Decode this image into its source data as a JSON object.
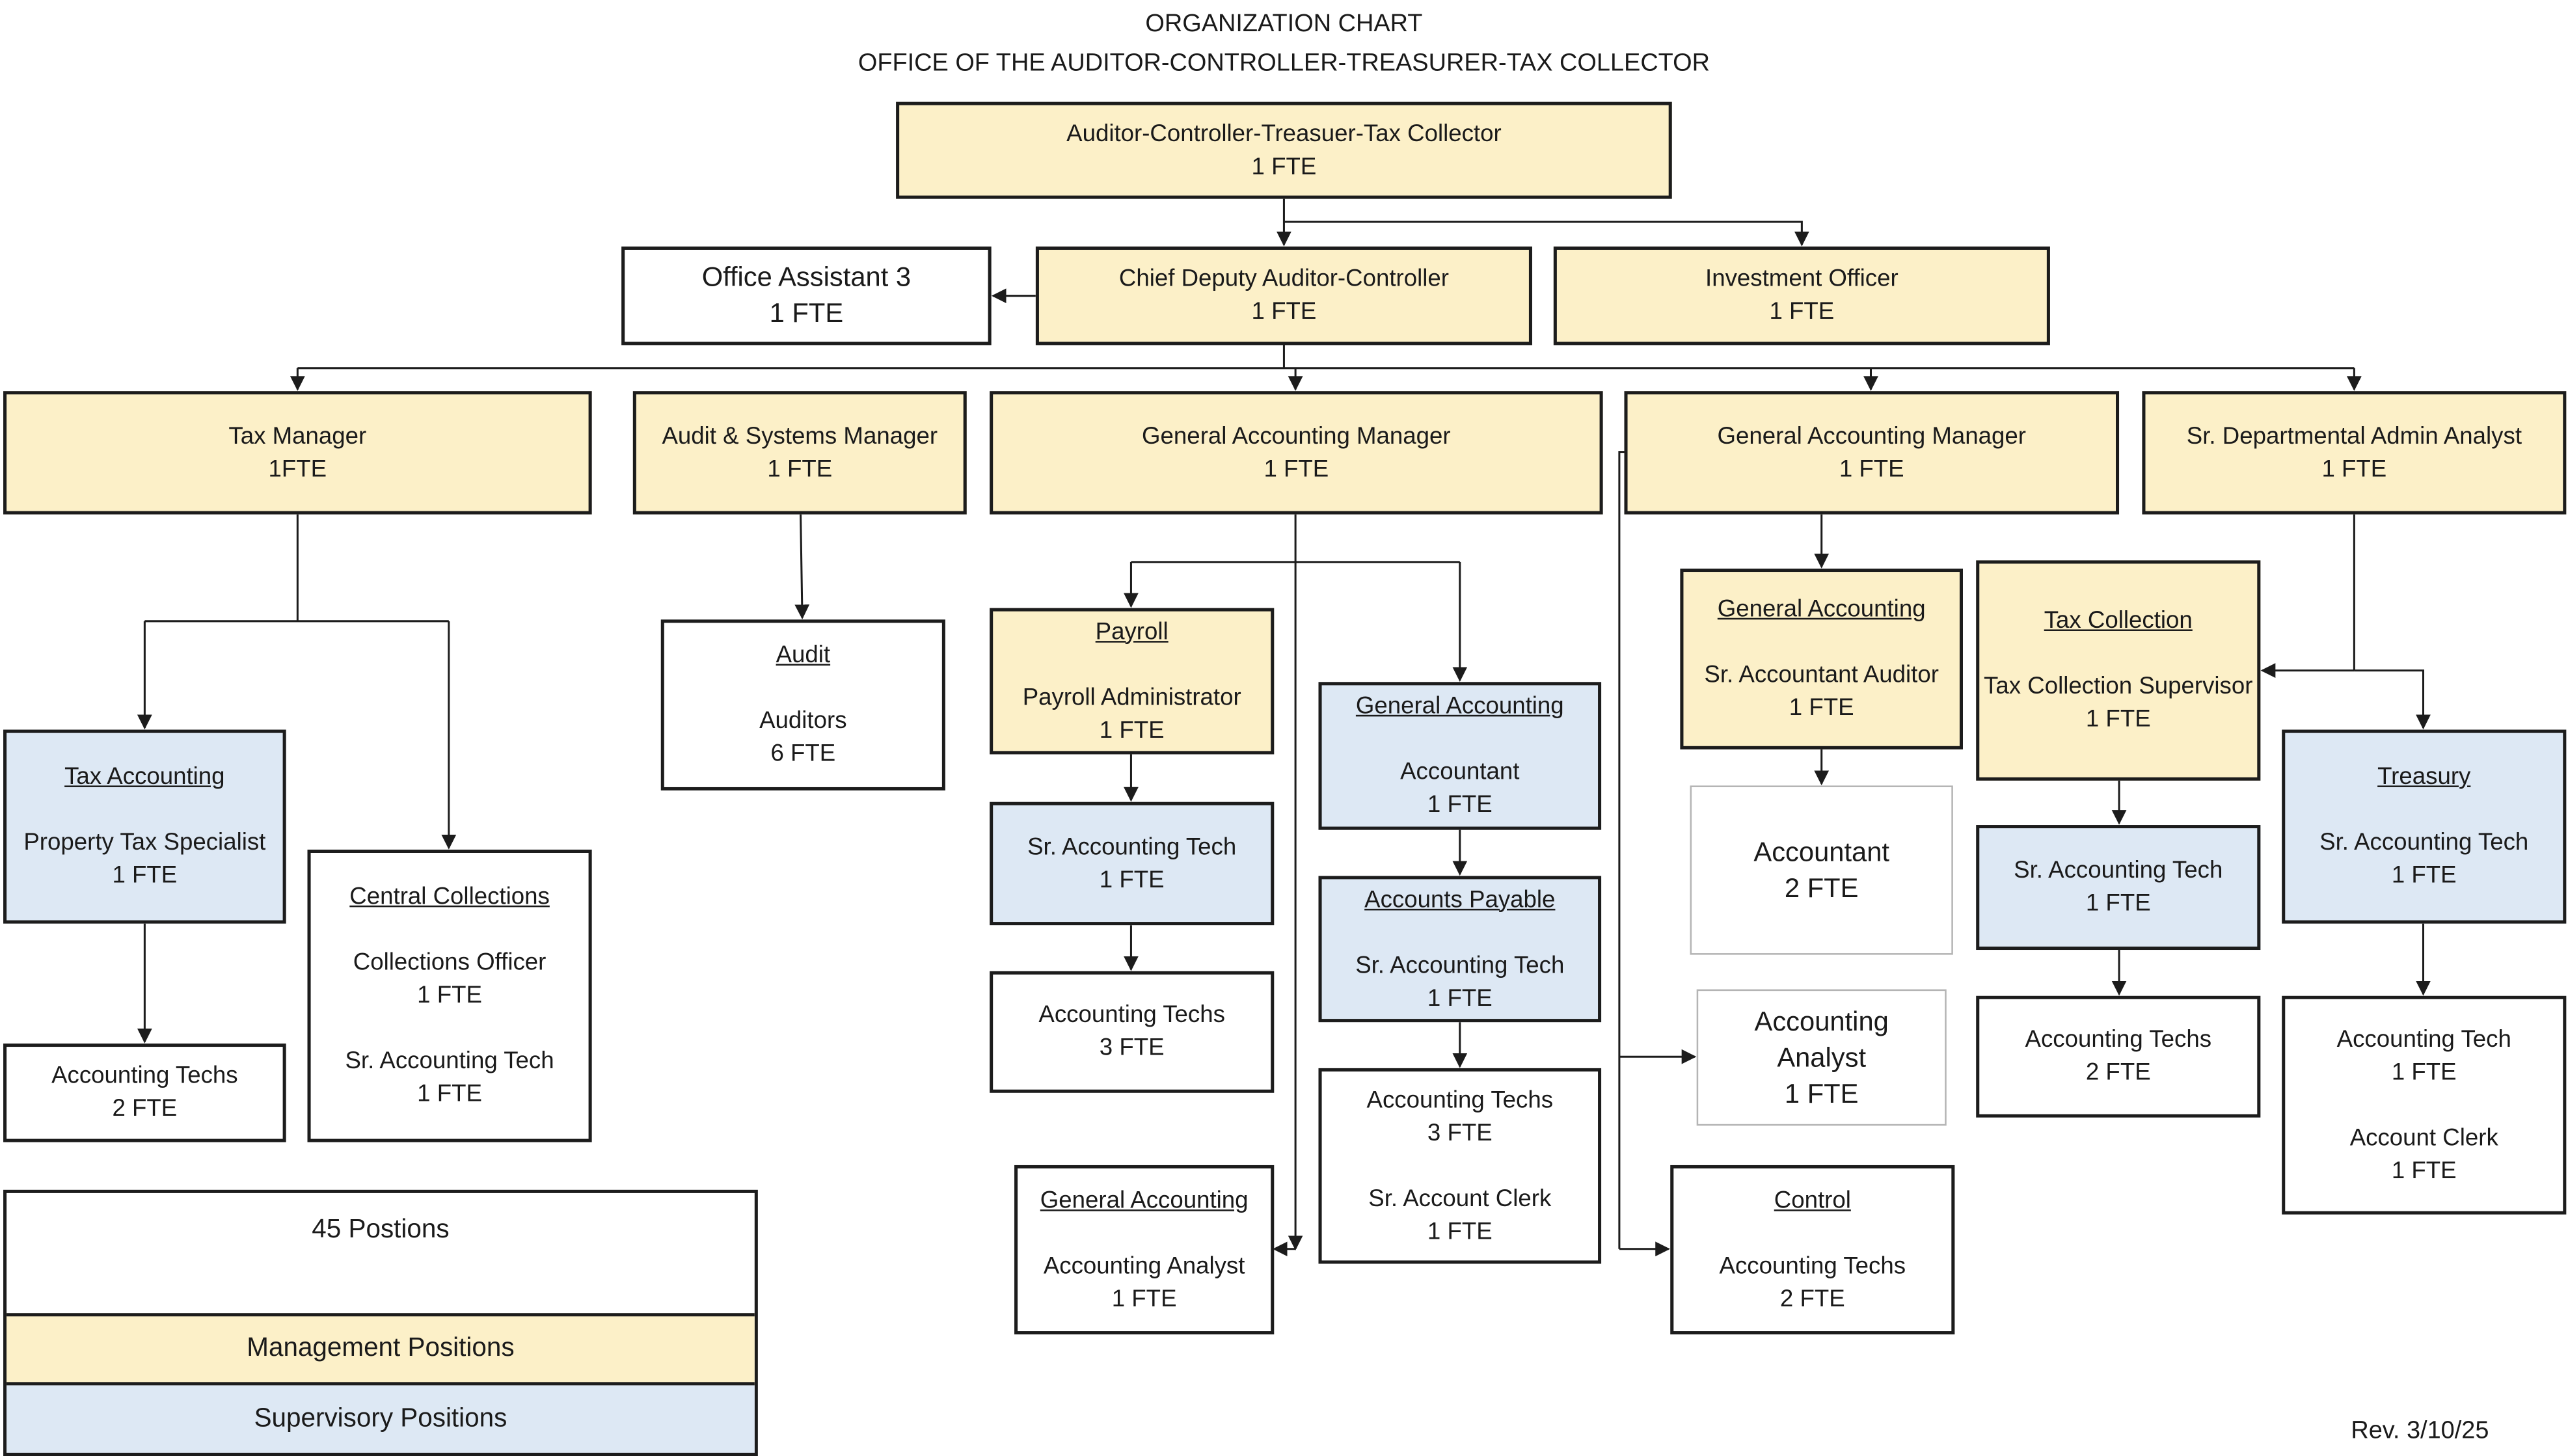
{
  "header": {
    "title": "ORGANIZATION CHART",
    "subtitle": "OFFICE OF THE AUDITOR-CONTROLLER-TREASURER-TAX COLLECTOR"
  },
  "colors": {
    "management": "#fcf0c8",
    "supervisory": "#dde8f4",
    "line": "#1c1c1c"
  },
  "boxes": {
    "actc": {
      "title": "Auditor-Controller-Treasuer-Tax Collector",
      "fte": "1 FTE"
    },
    "office_assistant": {
      "title": "Office Assistant 3",
      "fte": "1 FTE"
    },
    "chief_deputy": {
      "title": "Chief Deputy Auditor-Controller",
      "fte": "1 FTE"
    },
    "investment_officer": {
      "title": "Investment Officer",
      "fte": "1 FTE"
    },
    "tax_manager": {
      "title": "Tax Manager",
      "fte": "1FTE"
    },
    "audit_systems_manager": {
      "title": "Audit & Systems Manager",
      "fte": "1 FTE"
    },
    "gam_1": {
      "title": "General Accounting Manager",
      "fte": "1 FTE"
    },
    "gam_2": {
      "title": "General Accounting Manager",
      "fte": "1 FTE"
    },
    "sr_admin_analyst": {
      "title": "Sr. Departmental Admin Analyst",
      "fte": "1 FTE"
    },
    "tax_accounting": {
      "unit": "Tax Accounting",
      "title": "Property Tax Specialist",
      "fte": "1 FTE"
    },
    "tax_acct_techs": {
      "title": "Accounting Techs",
      "fte": "2 FTE"
    },
    "central_collections": {
      "unit": "Central Collections",
      "title_1": "Collections Officer",
      "fte_1": "1 FTE",
      "title_2": "Sr. Accounting Tech",
      "fte_2": "1 FTE"
    },
    "audit": {
      "unit": "Audit",
      "title": "Auditors",
      "fte": "6 FTE"
    },
    "payroll": {
      "unit": "Payroll",
      "title": "Payroll Administrator",
      "fte": "1 FTE"
    },
    "payroll_sr_tech": {
      "title": "Sr. Accounting Tech",
      "fte": "1 FTE"
    },
    "payroll_techs": {
      "title": "Accounting Techs",
      "fte": "3 FTE"
    },
    "ga_accountant": {
      "unit": "General Accounting",
      "title": "Accountant",
      "fte": "1 FTE"
    },
    "accounts_payable": {
      "unit": "Accounts Payable",
      "title": "Sr. Accounting Tech",
      "fte": "1 FTE"
    },
    "ap_techs": {
      "title_1": "Accounting Techs",
      "fte_1": "3 FTE",
      "title_2": "Sr. Account Clerk",
      "fte_2": "1 FTE"
    },
    "ga_analyst": {
      "unit": "General Accounting",
      "title": "Accounting Analyst",
      "fte": "1 FTE"
    },
    "ga_sr_auditor": {
      "unit": "General Accounting",
      "title": "Sr. Accountant Auditor",
      "fte": "1 FTE"
    },
    "accountant_2": {
      "title": "Accountant",
      "fte": "2 FTE"
    },
    "accounting_analyst": {
      "title_1": "Accounting",
      "title_2": "Analyst",
      "fte": "1 FTE"
    },
    "control": {
      "unit": "Control",
      "title": "Accounting Techs",
      "fte": "2 FTE"
    },
    "tax_collection": {
      "unit": "Tax Collection",
      "title": "Tax Collection Supervisor",
      "fte": "1 FTE"
    },
    "tc_sr_tech": {
      "title": "Sr. Accounting Tech",
      "fte": "1 FTE"
    },
    "tc_techs": {
      "title": "Accounting Techs",
      "fte": "2 FTE"
    },
    "treasury": {
      "unit": "Treasury",
      "title": "Sr. Accounting Tech",
      "fte": "1 FTE"
    },
    "treasury_staff": {
      "title_1": "Accounting Tech",
      "fte_1": "1 FTE",
      "title_2": "Account Clerk",
      "fte_2": "1 FTE"
    }
  },
  "legend": {
    "total": "45 Postions",
    "management": "Management Positions",
    "supervisory": "Supervisory Positions"
  },
  "revision": "Rev. 3/10/25"
}
